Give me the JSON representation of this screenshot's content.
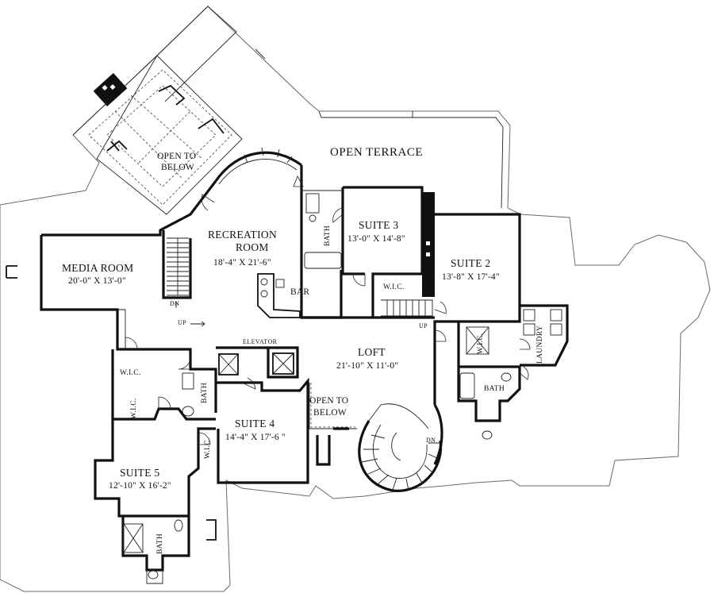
{
  "plan": {
    "rooms": {
      "open_terrace": "OPEN TERRACE",
      "open_below_top_l1": "OPEN TO",
      "open_below_top_l2": "BELOW",
      "recreation_l1": "RECREATION",
      "recreation_l2": "ROOM",
      "recreation_dim": "18'-4\" X 21'-6\"",
      "media_room": "MEDIA ROOM",
      "media_dim": "20'-0\" X 13'-0\"",
      "suite3": "SUITE 3",
      "suite3_dim": "13'-0\" X 14'-8\"",
      "suite2": "SUITE 2",
      "suite2_dim": "13'-8\" X 17'-4\"",
      "loft": "LOFT",
      "loft_dim": "21'-10\" X 11'-0\"",
      "suite4": "SUITE 4",
      "suite4_dim": "14'-4\" X 17'-6 \"",
      "suite5": "SUITE 5",
      "suite5_dim": "12'-10\" X 16'-2\"",
      "open_below_mid_l1": "OPEN TO",
      "open_below_mid_l2": "BELOW",
      "bar": "BAR",
      "bath": "BATH",
      "wic": "W.I.C.",
      "laundry": "LAUNDRY",
      "elevator": "ELEVATOR",
      "dn": "DN",
      "up": "UP"
    }
  }
}
